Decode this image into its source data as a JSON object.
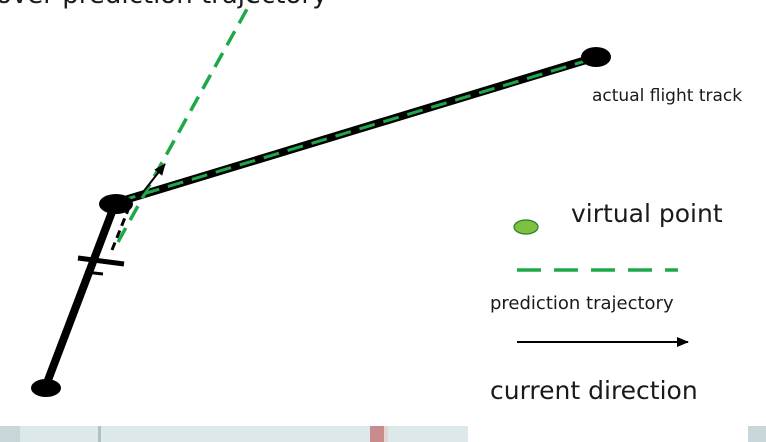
{
  "diagram": {
    "top_caption": "over prediction trajectory",
    "actual_track_label": "actual flight track",
    "legend": {
      "virtual_point": "virtual point",
      "prediction_trajectory": "prediction trajectory",
      "current_direction": "current direction"
    }
  },
  "colors": {
    "track": "#000000",
    "prediction": "#1fa84a",
    "virtual_point_fill": "#7dc142",
    "virtual_point_stroke": "#2f7a2a",
    "strip": "#dde8ea"
  }
}
